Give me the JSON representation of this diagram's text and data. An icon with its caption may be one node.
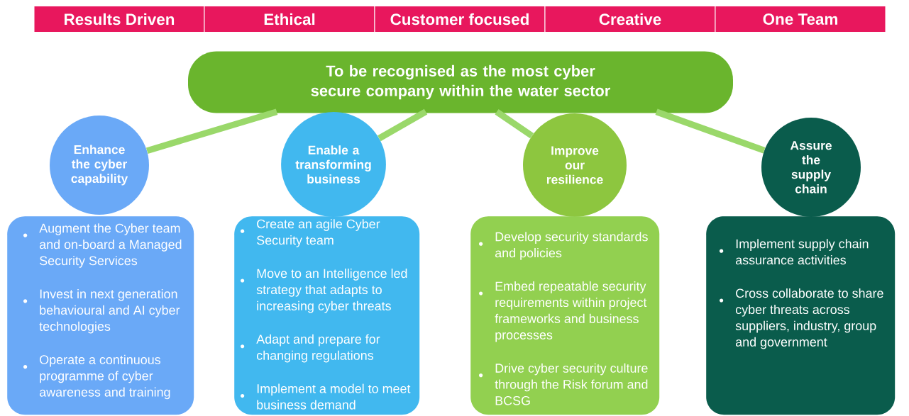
{
  "diagram": {
    "nodes": [
      {
        "text": [
          "Results Driven"
        ]
      },
      {
        "text": [
          "Ethical"
        ]
      },
      {
        "text": [
          "Customer focused"
        ]
      },
      {
        "text": [
          "Creative"
        ]
      },
      {
        "text": [
          "One Team"
        ]
      },
      {
        "text": [
          "To be recognised as the most cyber secure company within the water sector"
        ]
      },
      {
        "text": [
          "Enhance the cyber capability"
        ]
      },
      {
        "text": [
          "Enable a transforming business"
        ]
      },
      {
        "text": [
          "Improve our resilience"
        ]
      },
      {
        "text": [
          "Assure the supply chain"
        ]
      },
      {
        "text": [
          "Augment the Cyber team and on-board a Managed Security Services",
          "Invest in next generation behavioural and AI cyber technologies",
          "Operate a continuous programme of cyber awareness and training"
        ]
      },
      {
        "text": [
          "Create an agile Cyber Security team",
          "Move to an Intelligence led strategy that adapts to increasing cyber threats",
          "Adapt and prepare for changing regulations",
          "Implement a model to meet business demand"
        ]
      },
      {
        "text": [
          "Develop security standards and policies",
          "Embed repeatable security requirements within project frameworks and business processes",
          "Drive cyber security culture through the Risk forum and BCSG"
        ]
      },
      {
        "text": [
          "Implement supply chain assurance activities",
          "Cross collaborate to share cyber threats across suppliers, industry, group and government"
        ]
      }
    ],
    "edges": [
      {
        "from": 5,
        "to": 6,
        "arrow": "none"
      },
      {
        "from": 5,
        "to": 7,
        "arrow": "none"
      },
      {
        "from": 5,
        "to": 8,
        "arrow": "none"
      },
      {
        "from": 5,
        "to": 9,
        "arrow": "none"
      }
    ]
  }
}
